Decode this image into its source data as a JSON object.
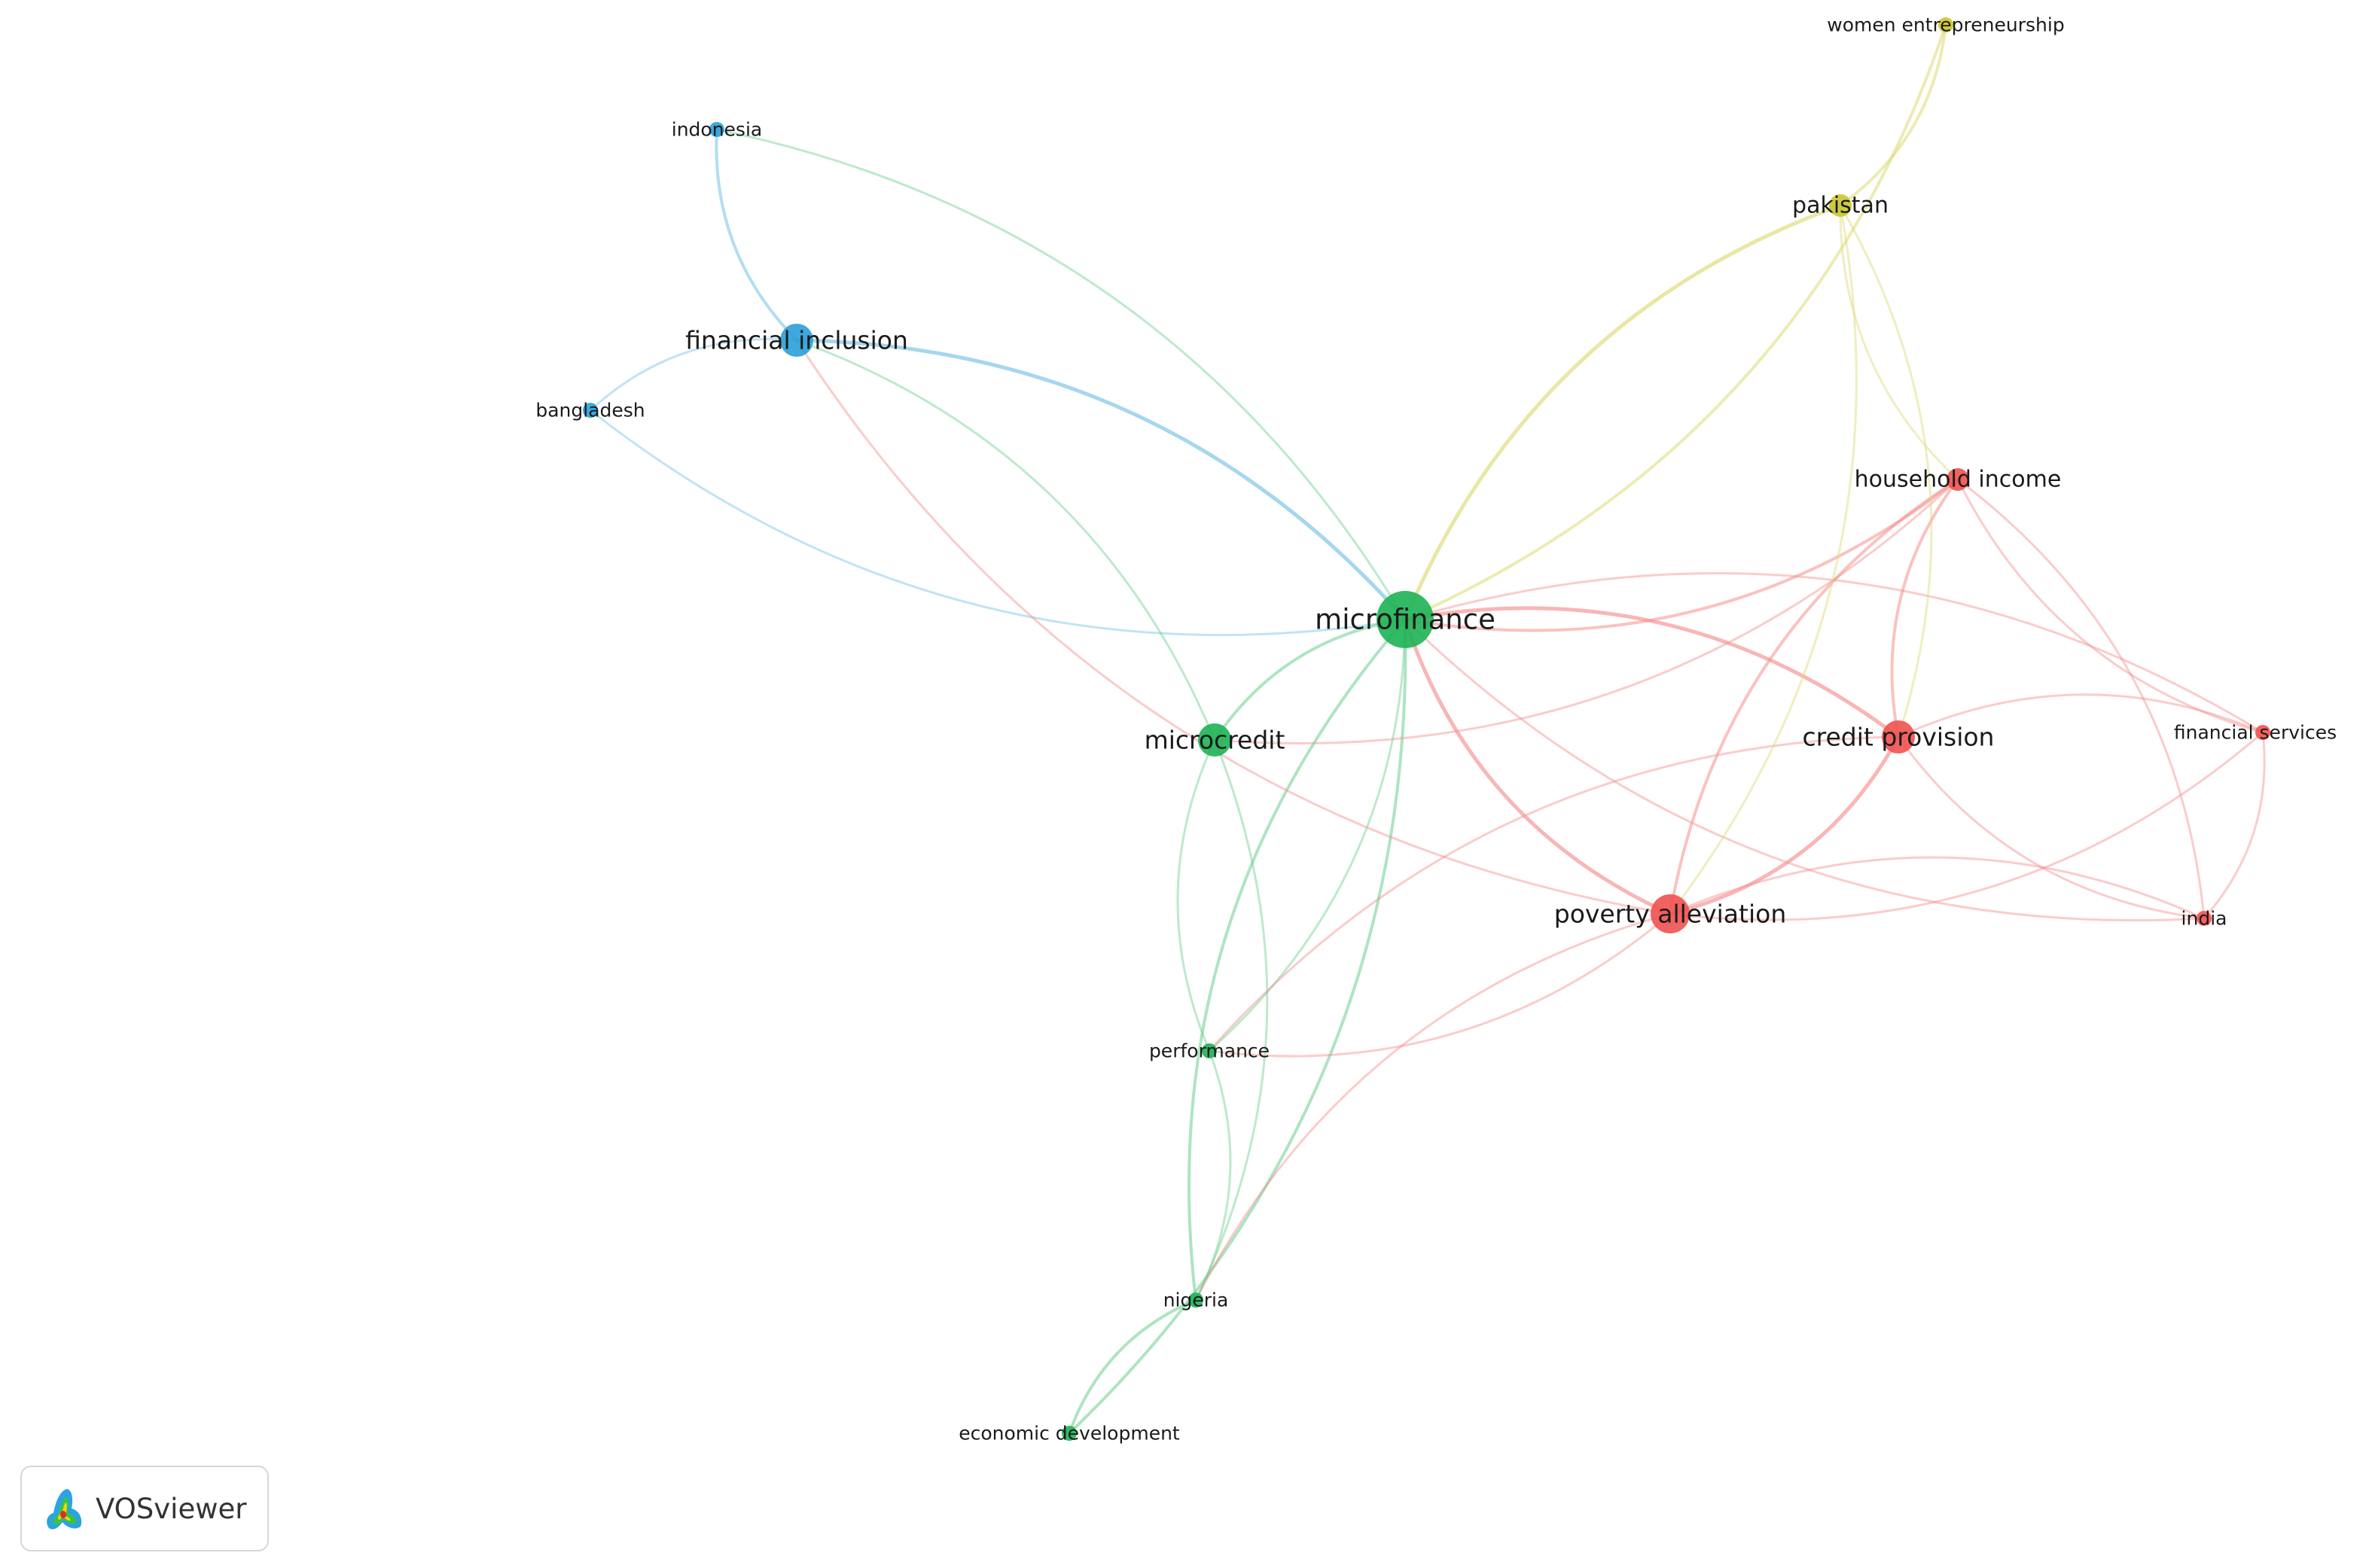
{
  "clusters": {
    "red": "#f0524f",
    "green": "#1db354",
    "blue": "#2a9fd8",
    "yellow": "#c9c62a"
  },
  "nodes": [
    {
      "id": "microfinance",
      "label": "microfinance",
      "cluster": "green",
      "weight": 5
    },
    {
      "id": "microcredit",
      "label": "microcredit",
      "cluster": "green",
      "weight": 3
    },
    {
      "id": "performance",
      "label": "performance",
      "cluster": "green",
      "weight": 1
    },
    {
      "id": "nigeria",
      "label": "nigeria",
      "cluster": "green",
      "weight": 1
    },
    {
      "id": "economic-development",
      "label": "economic development",
      "cluster": "green",
      "weight": 1
    },
    {
      "id": "financial-inclusion",
      "label": "financial inclusion",
      "cluster": "blue",
      "weight": 3
    },
    {
      "id": "indonesia",
      "label": "indonesia",
      "cluster": "blue",
      "weight": 1
    },
    {
      "id": "bangladesh",
      "label": "bangladesh",
      "cluster": "blue",
      "weight": 1
    },
    {
      "id": "poverty-alleviation",
      "label": "poverty alleviation",
      "cluster": "red",
      "weight": 4
    },
    {
      "id": "credit-provision",
      "label": "credit provision",
      "cluster": "red",
      "weight": 3
    },
    {
      "id": "household-income",
      "label": "household income",
      "cluster": "red",
      "weight": 2
    },
    {
      "id": "financial-services",
      "label": "financial services",
      "cluster": "red",
      "weight": 1
    },
    {
      "id": "india",
      "label": "india",
      "cluster": "red",
      "weight": 1
    },
    {
      "id": "pakistan",
      "label": "pakistan",
      "cluster": "yellow",
      "weight": 2
    },
    {
      "id": "women-entrepreneurship",
      "label": "women entrepreneurship",
      "cluster": "yellow",
      "weight": 1
    }
  ],
  "links": [
    {
      "source": "microfinance",
      "target": "women-entrepreneurship",
      "strength": 2
    },
    {
      "source": "microfinance",
      "target": "pakistan",
      "strength": 3
    },
    {
      "source": "microfinance",
      "target": "financial-inclusion",
      "strength": 3
    },
    {
      "source": "microfinance",
      "target": "bangladesh",
      "strength": 1
    },
    {
      "source": "microfinance",
      "target": "microcredit",
      "strength": 2
    },
    {
      "source": "microfinance",
      "target": "performance",
      "strength": 1
    },
    {
      "source": "microfinance",
      "target": "nigeria",
      "strength": 2
    },
    {
      "source": "microfinance",
      "target": "economic-development",
      "strength": 2
    },
    {
      "source": "microfinance",
      "target": "poverty-alleviation",
      "strength": 3
    },
    {
      "source": "microfinance",
      "target": "credit-provision",
      "strength": 3
    },
    {
      "source": "microfinance",
      "target": "household-income",
      "strength": 2
    },
    {
      "source": "microfinance",
      "target": "financial-services",
      "strength": 1
    },
    {
      "source": "microfinance",
      "target": "india",
      "strength": 1
    },
    {
      "source": "financial-inclusion",
      "target": "indonesia",
      "strength": 2
    },
    {
      "source": "financial-inclusion",
      "target": "bangladesh",
      "strength": 1
    },
    {
      "source": "financial-inclusion",
      "target": "microcredit",
      "strength": 1
    },
    {
      "source": "financial-inclusion",
      "target": "poverty-alleviation",
      "strength": 1
    },
    {
      "source": "indonesia",
      "target": "microfinance",
      "strength": 1
    },
    {
      "source": "microcredit",
      "target": "performance",
      "strength": 1
    },
    {
      "source": "microcredit",
      "target": "nigeria",
      "strength": 1
    },
    {
      "source": "microcredit",
      "target": "household-income",
      "strength": 1
    },
    {
      "source": "performance",
      "target": "nigeria",
      "strength": 1
    },
    {
      "source": "performance",
      "target": "poverty-alleviation",
      "strength": 1
    },
    {
      "source": "performance",
      "target": "credit-provision",
      "strength": 1
    },
    {
      "source": "nigeria",
      "target": "economic-development",
      "strength": 2
    },
    {
      "source": "nigeria",
      "target": "poverty-alleviation",
      "strength": 1
    },
    {
      "source": "poverty-alleviation",
      "target": "credit-provision",
      "strength": 3
    },
    {
      "source": "poverty-alleviation",
      "target": "household-income",
      "strength": 2
    },
    {
      "source": "poverty-alleviation",
      "target": "pakistan",
      "strength": 1
    },
    {
      "source": "poverty-alleviation",
      "target": "india",
      "strength": 1
    },
    {
      "source": "poverty-alleviation",
      "target": "financial-services",
      "strength": 1
    },
    {
      "source": "credit-provision",
      "target": "household-income",
      "strength": 2
    },
    {
      "source": "credit-provision",
      "target": "pakistan",
      "strength": 1
    },
    {
      "source": "credit-provision",
      "target": "financial-services",
      "strength": 1
    },
    {
      "source": "credit-provision",
      "target": "india",
      "strength": 1
    },
    {
      "source": "household-income",
      "target": "pakistan",
      "strength": 1
    },
    {
      "source": "household-income",
      "target": "financial-services",
      "strength": 1
    },
    {
      "source": "household-income",
      "target": "india",
      "strength": 1
    },
    {
      "source": "pakistan",
      "target": "women-entrepreneurship",
      "strength": 2
    },
    {
      "source": "financial-services",
      "target": "india",
      "strength": 1
    }
  ],
  "brand": {
    "name": "VOSviewer",
    "logo_icon": "vosviewer-heatmap-logo-icon"
  }
}
